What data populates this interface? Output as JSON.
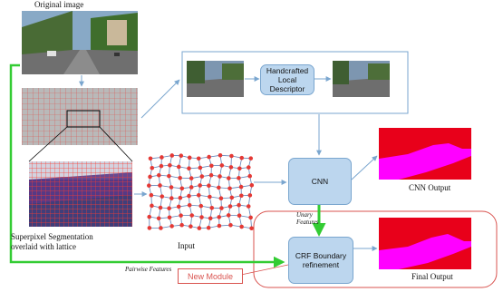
{
  "labels": {
    "original_image": "Original image",
    "superpixel": "Superpixel Segmentation\noverlaid with lattice",
    "input": "Input",
    "handcrafted": "Handcrafted\nLocal\nDescriptor",
    "cnn": "CNN",
    "cnn_output": "CNN Output",
    "unary_features": "Unary\nFeatures",
    "crf": "CRF Boundary\nrefinement",
    "final_output": "Final Output",
    "pairwise_features": "Pairwise Features",
    "new_module": "New Module"
  },
  "colors": {
    "flow_arrow": "#7aa6cf",
    "green_path": "#33cc33",
    "red_region": "#e8001a",
    "magenta_region": "#ff00ff",
    "lattice_node": "#e53935",
    "lattice_edge": "#5c7fb5",
    "new_module_border": "#d9534f"
  }
}
